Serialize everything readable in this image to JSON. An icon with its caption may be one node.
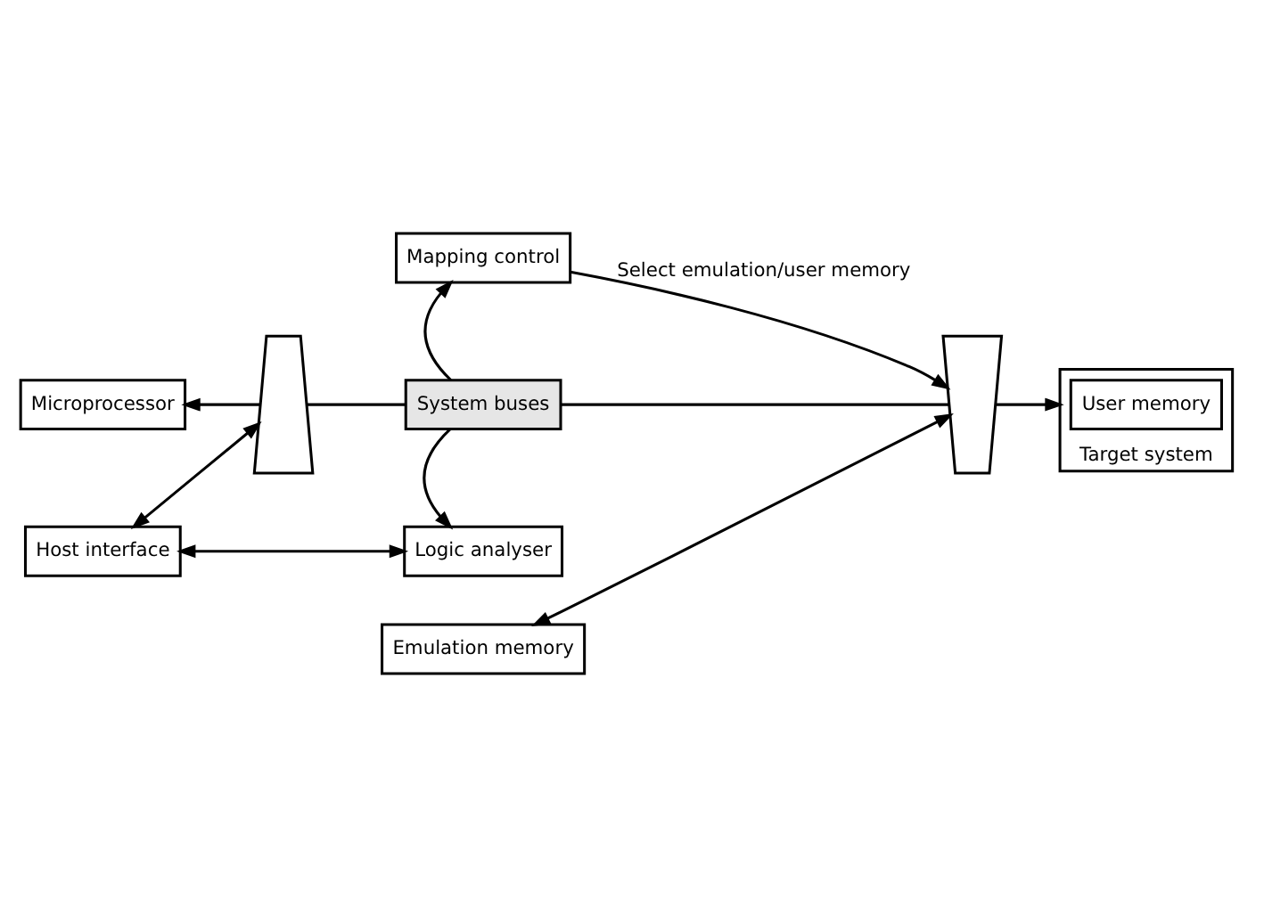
{
  "diagram": {
    "nodes": [
      {
        "text": [
          "Microprocessor"
        ]
      },
      {
        "text": [
          "Mapping control"
        ]
      },
      {
        "text": [
          "Emulation memory"
        ]
      },
      {
        "text": [],
        "shape": "trapezium"
      },
      {
        "text": [
          "System buses"
        ]
      },
      {
        "text": [],
        "shape": "trapezium"
      },
      {
        "text": [
          "Host interface"
        ]
      },
      {
        "text": [
          "Logic analyser"
        ]
      },
      {
        "text": [
          "Target system"
        ]
      },
      {
        "text": [
          "User memory"
        ],
        "in": 8
      }
    ],
    "edges": [
      {
        "from": 3,
        "to": 0,
        "arrow": "to"
      },
      {
        "from": 6,
        "to": 3,
        "arrow": "both"
      },
      {
        "from": 3,
        "to": 4,
        "arrow": "none"
      },
      {
        "from": 4,
        "to": 1,
        "arrow": "to"
      },
      {
        "from": 4,
        "to": 7,
        "arrow": "to"
      },
      {
        "from": 1,
        "to": 5,
        "arrow": "to",
        "label": "Select emulation/user memory"
      },
      {
        "from": 4,
        "to": 5,
        "arrow": "none"
      },
      {
        "from": 2,
        "to": 5,
        "arrow": "both"
      },
      {
        "from": 5,
        "to": 8,
        "arrow": "to"
      },
      {
        "from": 7,
        "to": 6,
        "arrow": "both"
      }
    ]
  }
}
